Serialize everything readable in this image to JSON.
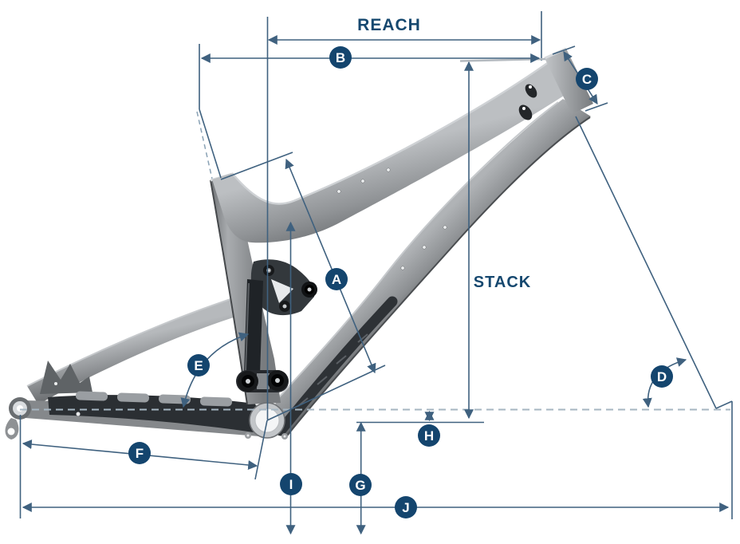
{
  "figure": {
    "kind": "mountain-bike-frame-geometry-diagram",
    "labels": {
      "reach": "REACH",
      "stack": "STACK"
    },
    "callouts": [
      {
        "letter": "A"
      },
      {
        "letter": "B"
      },
      {
        "letter": "C"
      },
      {
        "letter": "D"
      },
      {
        "letter": "E"
      },
      {
        "letter": "F"
      },
      {
        "letter": "G"
      },
      {
        "letter": "H"
      },
      {
        "letter": "I"
      },
      {
        "letter": "J"
      }
    ],
    "colors": {
      "dimension_line": "#3f617f",
      "badge_fill": "#14456e",
      "badge_text": "#ffffff",
      "label_text": "#16486f",
      "axle_dashed_line": "#a6b6c2",
      "seat_axis_dashed_line": "#8aa2b5",
      "stack_reference_line": "#b3b9bf",
      "frame_gray": "#96999c",
      "background": "#ffffff"
    }
  }
}
